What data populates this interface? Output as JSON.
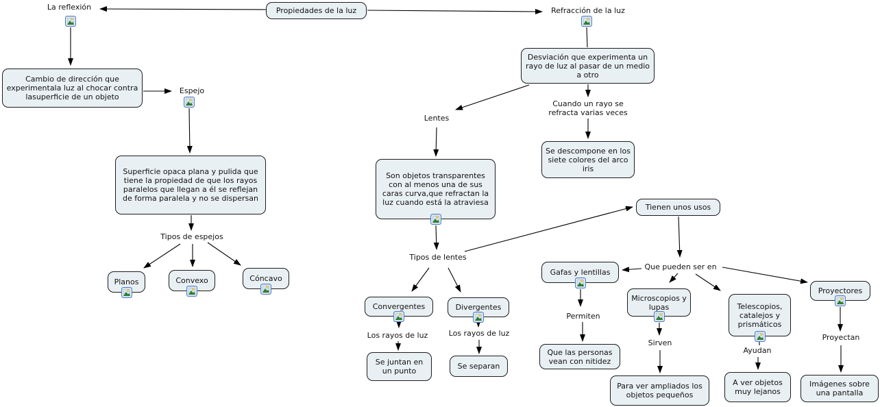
{
  "title": "Propiedades de la luz",
  "colors": {
    "box_fill": "#e9f0f3",
    "box_border": "#1c1c1c",
    "text": "#111111",
    "line": "#000000",
    "icon_frame": "#4d7fc9",
    "icon_sky": "#cfe8fa",
    "icon_mountain": "#2f7d32",
    "icon_sun": "#ffd24d"
  },
  "icons": {
    "resource_icon_name": "image-resource-icon"
  },
  "nodes": {
    "propiedades": {
      "label": "Propiedades de la luz"
    },
    "la_reflexion": {
      "label": "La reflexión"
    },
    "refraccion": {
      "label": "Refracción de la luz"
    },
    "cambio": {
      "label": "Cambio de dirección que experimentala luz al chocar contra lasuperficie de un objeto"
    },
    "espejo": {
      "label": "Espejo"
    },
    "superficie": {
      "label": "Superficie opaca plana y pulida que tiene la propiedad  de que los rayos paralelos que llegan a él se reflejan de forma paralela y no se dispersan"
    },
    "tipos_espejos": {
      "label": "Tipos de espejos"
    },
    "planos": {
      "label": "Planos"
    },
    "convexo": {
      "label": "Convexo"
    },
    "concavo": {
      "label": "Cóncavo"
    },
    "desviacion": {
      "label": "Desviación que experimenta un rayo de luz al pasar de un medio a otro"
    },
    "cuando_rayo": {
      "label": "Cuando un rayo se refracta varias veces"
    },
    "descompone": {
      "label": "Se descompone en los siete colores del arco iris"
    },
    "lentes": {
      "label": "Lentes"
    },
    "son_objetos": {
      "label": "Son objetos transparentes con al menos una de sus caras curva,que refractan la luz cuando está la atraviesa"
    },
    "tipos_lentes": {
      "label": "Tipos de lentes"
    },
    "convergentes": {
      "label": "Convergentes"
    },
    "divergentes": {
      "label": "Divergentes"
    },
    "los_rayos_conv": {
      "label": "Los rayos de luz"
    },
    "los_rayos_div": {
      "label": "Los rayos de luz"
    },
    "se_juntan": {
      "label": "Se juntan en un punto"
    },
    "se_separan": {
      "label": "Se separan"
    },
    "tienen_usos": {
      "label": "Tienen unos usos"
    },
    "que_pueden": {
      "label": "Que pueden ser en"
    },
    "gafas": {
      "label": "Gafas y lentillas"
    },
    "permiten": {
      "label": "Permiten"
    },
    "que_personas": {
      "label": "Que las personas vean con nitidez"
    },
    "microscopios": {
      "label": "Microscopios y lupas"
    },
    "sirven": {
      "label": "Sirven"
    },
    "para_ver": {
      "label": "Para ver ampliados los objetos pequeños"
    },
    "telescopios": {
      "label": "Telescopios, catalejos y prismáticos"
    },
    "ayudan": {
      "label": "Ayudan"
    },
    "a_ver": {
      "label": "A ver objetos muy lejanos"
    },
    "proyectores": {
      "label": "Proyectores"
    },
    "proyectan": {
      "label": "Proyectan"
    },
    "imagenes": {
      "label": "Imágenes sobre una pantalla"
    }
  }
}
